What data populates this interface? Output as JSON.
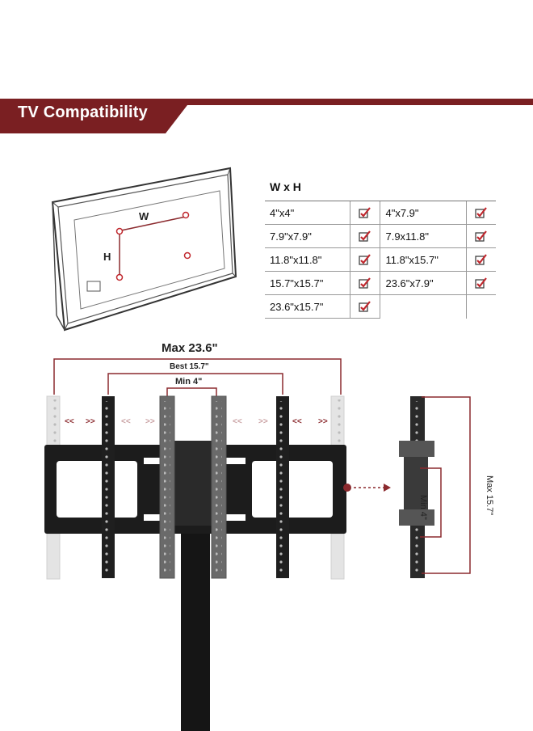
{
  "banner": {
    "title": "TV  Compatibility",
    "color": "#7a1f22"
  },
  "tv_diagram": {
    "width_label": "W",
    "height_label": "H"
  },
  "compat_table": {
    "header": "W x H",
    "rows": [
      {
        "a": "4\"x4\"",
        "b": "4\"x7.9\""
      },
      {
        "a": "7.9\"x7.9\"",
        "b": "7.9x11.8\""
      },
      {
        "a": "11.8\"x11.8\"",
        "b": "11.8\"x15.7\""
      },
      {
        "a": "15.7\"x15.7\"",
        "b": "23.6\"x7.9\""
      },
      {
        "a": "23.6\"x15.7\"",
        "b": ""
      }
    ],
    "check_color": "#c0272d"
  },
  "stand_diagram": {
    "max_label": "Max 23.6\"",
    "best_label": "Best 15.7\"",
    "min_label": "Min 4\"",
    "side_min_label": "Min 4\"",
    "side_max_label": "Max 15.7\"",
    "arrow_left": "<<",
    "arrow_right": ">>",
    "accent_color": "#8b2a2e"
  }
}
